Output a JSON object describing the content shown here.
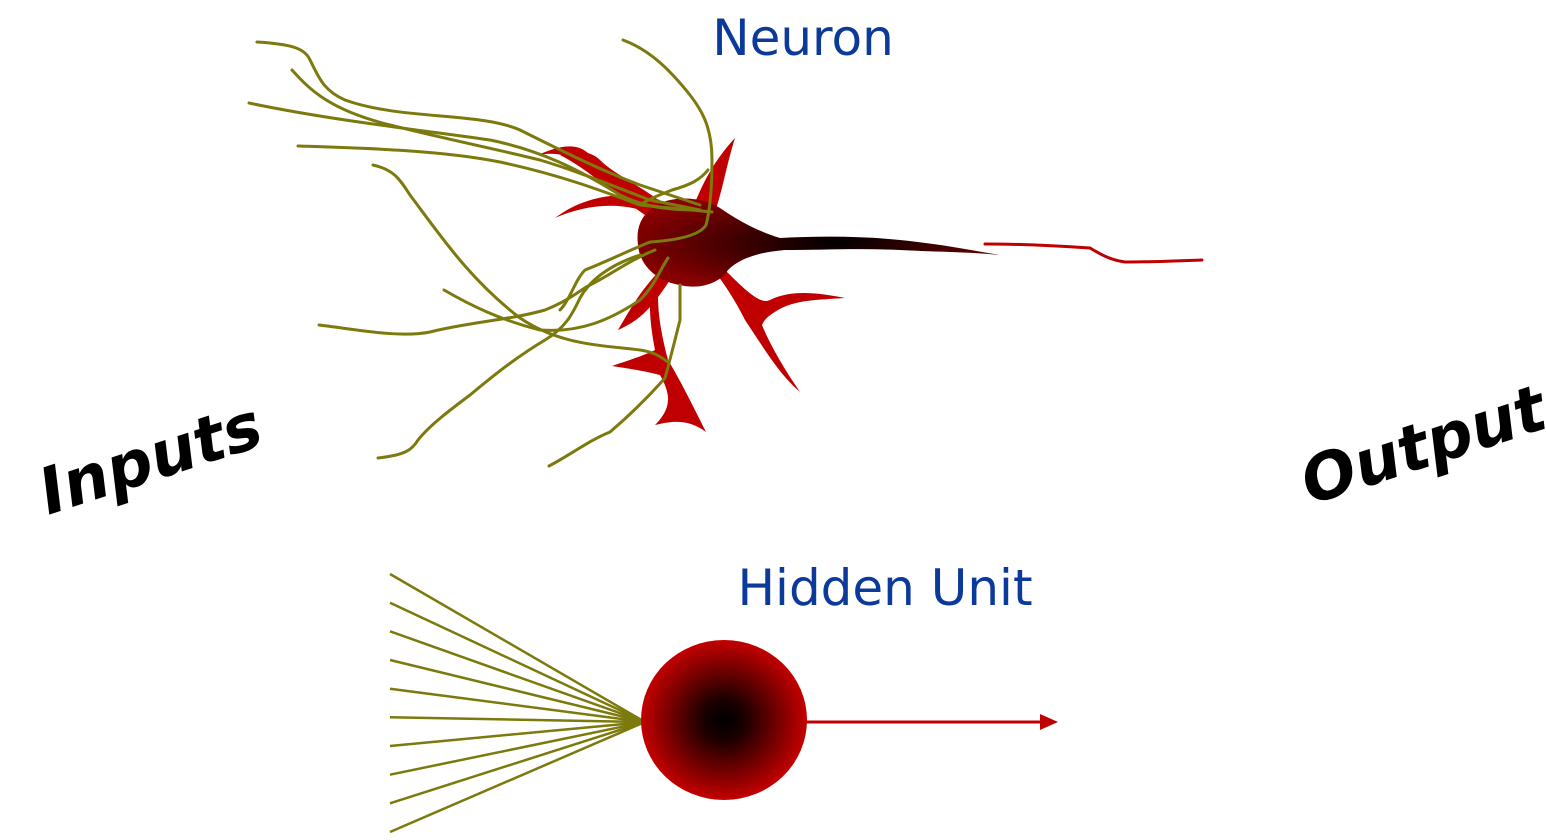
{
  "labels": {
    "neuron": "Neuron",
    "hidden_unit": "Hidden Unit",
    "inputs": "Inputs",
    "output": "Output"
  },
  "colors": {
    "label_blue": "#0b3a9a",
    "input_olive": "#7c7a0c",
    "output_red": "#c00000",
    "body_dark": "#000000",
    "background": "#ffffff"
  },
  "icons": {
    "neuron": "neuron-cell-icon",
    "hidden_unit": "circle-unit-icon",
    "output_arrow": "arrow-right-icon"
  },
  "hidden_unit": {
    "input_count": 10
  }
}
